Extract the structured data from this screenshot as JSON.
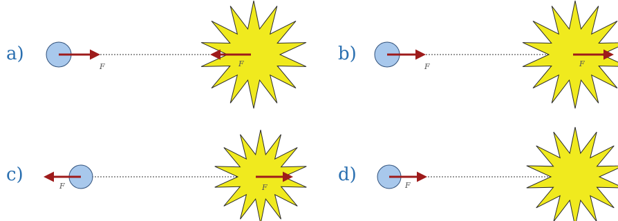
{
  "colors": {
    "label": "#2a6fb0",
    "ball_fill": "#a8c8ec",
    "ball_stroke": "#30507a",
    "star_fill": "#f0ea1e",
    "star_stroke": "#2b2b2b",
    "arrow": "#9e1b1b",
    "dashed_line": "#333333"
  },
  "icons": {
    "ball": "circle-icon",
    "star": "starburst-icon",
    "force_arrow": "arrow-icon"
  },
  "options": [
    {
      "label": "a)",
      "ball_force": {
        "label": "F",
        "direction": "right"
      },
      "star_force": {
        "label": "F",
        "direction": "left"
      }
    },
    {
      "label": "b)",
      "ball_force": {
        "label": "F",
        "direction": "right"
      },
      "star_force": {
        "label": "F",
        "direction": "right"
      }
    },
    {
      "label": "c)",
      "ball_force": {
        "label": "F",
        "direction": "left"
      },
      "star_force": {
        "label": "F",
        "direction": "right"
      }
    },
    {
      "label": "d)",
      "ball_force": {
        "label": "F",
        "direction": "right"
      },
      "star_force": null
    }
  ]
}
